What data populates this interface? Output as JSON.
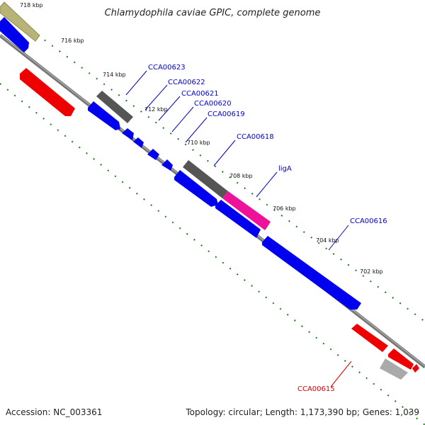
{
  "title": "Chlamydophila caviae GPIC, complete genome",
  "footer": {
    "accession": "Accession: NC_003361",
    "summary": "Topology: circular; Length: 1,173,390 bp; Genes: 1,039"
  },
  "colors": {
    "plus_strand": "#0000ee",
    "minus_strand": "#ee0000",
    "backbone": "#777777",
    "grid": "#1a7a1a",
    "label_default": "#0000cc",
    "label_red": "#dd0000",
    "pseudo_gray": "#555555",
    "pink": "#ee1199",
    "olive": "#b8b478",
    "light_gray": "#aaaaaa"
  },
  "ticks": [
    "718 kbp",
    "716 kbp",
    "714 kbp",
    "712 kbp",
    "710 kbp",
    "708 kbp",
    "706 kbp",
    "704 kbp",
    "702 kbp"
  ],
  "gene_labels": [
    "CCA00623",
    "CCA00622",
    "CCA00621",
    "CCA00620",
    "CCA00619",
    "CCA00618",
    "ligA",
    "CCA00616",
    "CCA00615"
  ]
}
